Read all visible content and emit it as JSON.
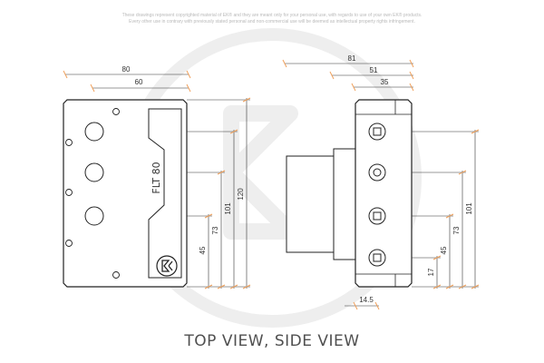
{
  "notice": {
    "line1": "These drawings represent copyrighted material of EK® and they are meant only for your personal use, with regards to use of your own EK® products.",
    "line2": "Every other use in contrary with previously stated personal and non-commercial use will be deemed as intellectual property rights infringement."
  },
  "caption": "TOP VIEW, SIDE VIEW",
  "product_label": "FLT 80",
  "top_view": {
    "dim_width_overall": "80",
    "dim_width_inner": "60",
    "dim_height_120": "120",
    "dim_height_101": "101",
    "dim_height_73": "73",
    "dim_height_45": "45"
  },
  "side_view": {
    "dim_depth_81": "81",
    "dim_depth_51": "51",
    "dim_depth_35": "35",
    "dim_height_101": "101",
    "dim_height_73": "73",
    "dim_height_45": "45",
    "dim_height_17": "17",
    "dim_port_14_5": "14.5"
  },
  "colors": {
    "dimension_tick": "#f0a05a",
    "outline": "#222222",
    "watermark": "#eeeeee"
  }
}
